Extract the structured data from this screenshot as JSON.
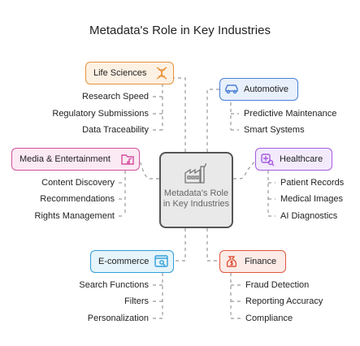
{
  "title": "Metadata's Role in Key Industries",
  "center": {
    "label": "Metadata's Role in Key Industries",
    "icon": "factory-icon"
  },
  "colors": {
    "life_sciences": "#e8923a",
    "automotive": "#4a7fd6",
    "media": "#d44fa0",
    "healthcare": "#a55be0",
    "ecommerce": "#2f9fd9",
    "finance": "#e0563f"
  },
  "industries": {
    "life_sciences": {
      "label": "Life Sciences",
      "icon": "dna-icon",
      "items": [
        "Research Speed",
        "Regulatory Submissions",
        "Data Traceability"
      ]
    },
    "automotive": {
      "label": "Automotive",
      "icon": "car-icon",
      "items": [
        "Predictive Maintenance",
        "Smart Systems"
      ]
    },
    "media": {
      "label": "Media & Entertainment",
      "icon": "media-folder-icon",
      "items": [
        "Content Discovery",
        "Recommendations",
        "Rights Management"
      ]
    },
    "healthcare": {
      "label": "Healthcare",
      "icon": "health-search-icon",
      "items": [
        "Patient Records",
        "Medical Images",
        "AI Diagnostics"
      ]
    },
    "ecommerce": {
      "label": "E-commerce",
      "icon": "web-search-icon",
      "items": [
        "Search Functions",
        "Filters",
        "Personalization"
      ]
    },
    "finance": {
      "label": "Finance",
      "icon": "money-bag-icon",
      "items": [
        "Fraud Detection",
        "Reporting Accuracy",
        "Compliance"
      ]
    }
  }
}
